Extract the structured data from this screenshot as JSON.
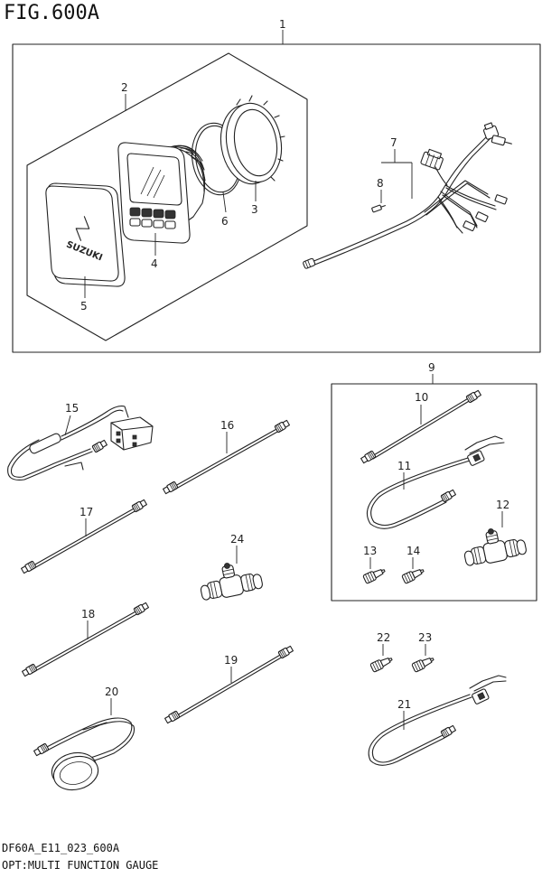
{
  "figure": {
    "title": "FIG.600A",
    "code": "DF60A_E11_023_600A",
    "caption": "OPT:MULTI FUNCTION GAUGE"
  },
  "parts": [
    {
      "number": "1",
      "icon": "assembly-frame-icon"
    },
    {
      "number": "2",
      "icon": "gauge-set-frame-icon"
    },
    {
      "number": "3",
      "icon": "mounting-nut-icon"
    },
    {
      "number": "4",
      "icon": "multi-function-gauge-icon"
    },
    {
      "number": "5",
      "icon": "gauge-cover-icon"
    },
    {
      "number": "6",
      "icon": "o-ring-icon"
    },
    {
      "number": "7",
      "icon": "wiring-harness-icon"
    },
    {
      "number": "8",
      "icon": "pin-icon"
    },
    {
      "number": "9",
      "icon": "network-kit-frame-icon"
    },
    {
      "number": "10",
      "icon": "drop-cable-icon"
    },
    {
      "number": "11",
      "icon": "power-cable-icon"
    },
    {
      "number": "12",
      "icon": "t-connector-icon"
    },
    {
      "number": "13",
      "icon": "terminator-icon"
    },
    {
      "number": "14",
      "icon": "terminator-icon"
    },
    {
      "number": "15",
      "icon": "adapter-cable-icon"
    },
    {
      "number": "16",
      "icon": "extension-cable-icon"
    },
    {
      "number": "17",
      "icon": "extension-cable-icon"
    },
    {
      "number": "18",
      "icon": "extension-cable-icon"
    },
    {
      "number": "19",
      "icon": "extension-cable-icon"
    },
    {
      "number": "20",
      "icon": "sensor-icon"
    },
    {
      "number": "21",
      "icon": "power-cable-icon"
    },
    {
      "number": "22",
      "icon": "terminator-icon"
    },
    {
      "number": "23",
      "icon": "terminator-icon"
    },
    {
      "number": "24",
      "icon": "t-connector-icon"
    }
  ],
  "gauge": {
    "brand_mark": "SUZUKI"
  }
}
